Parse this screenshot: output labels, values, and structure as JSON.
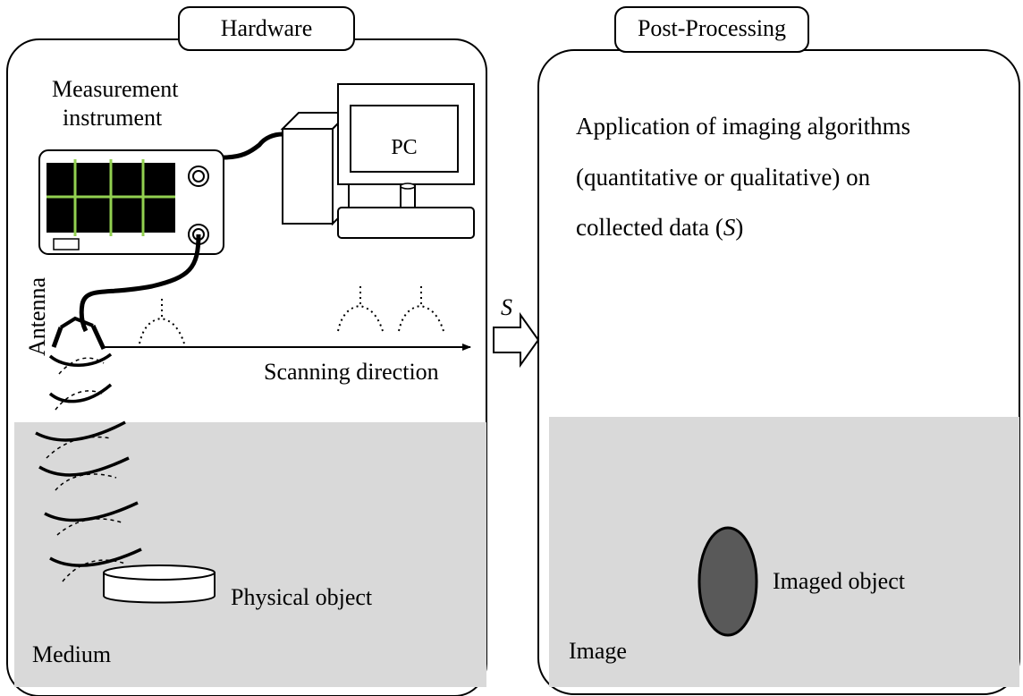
{
  "hardware_panel": {
    "tab_title": "Hardware",
    "instrument_label": [
      "Measurement",
      "instrument"
    ],
    "pc_label": "PC",
    "antenna_label": "Antenna",
    "scan_label": "Scanning direction",
    "object_label": "Physical object",
    "medium_label": "Medium"
  },
  "arrow": {
    "label": "S"
  },
  "post_panel": {
    "tab_title": "Post-Processing",
    "description_lines": [
      "Application of imaging algorithms",
      "(quantitative or qualitative) on",
      "collected data ("
    ],
    "description_var": "S",
    "description_end": ")",
    "image_label": "Image",
    "imaged_object_label": "Imaged object"
  },
  "colors": {
    "screen_bg": "#000000",
    "screen_grid": "#92d050",
    "shaded_area": "#d9d9d9",
    "imaged_object": "#595959"
  }
}
